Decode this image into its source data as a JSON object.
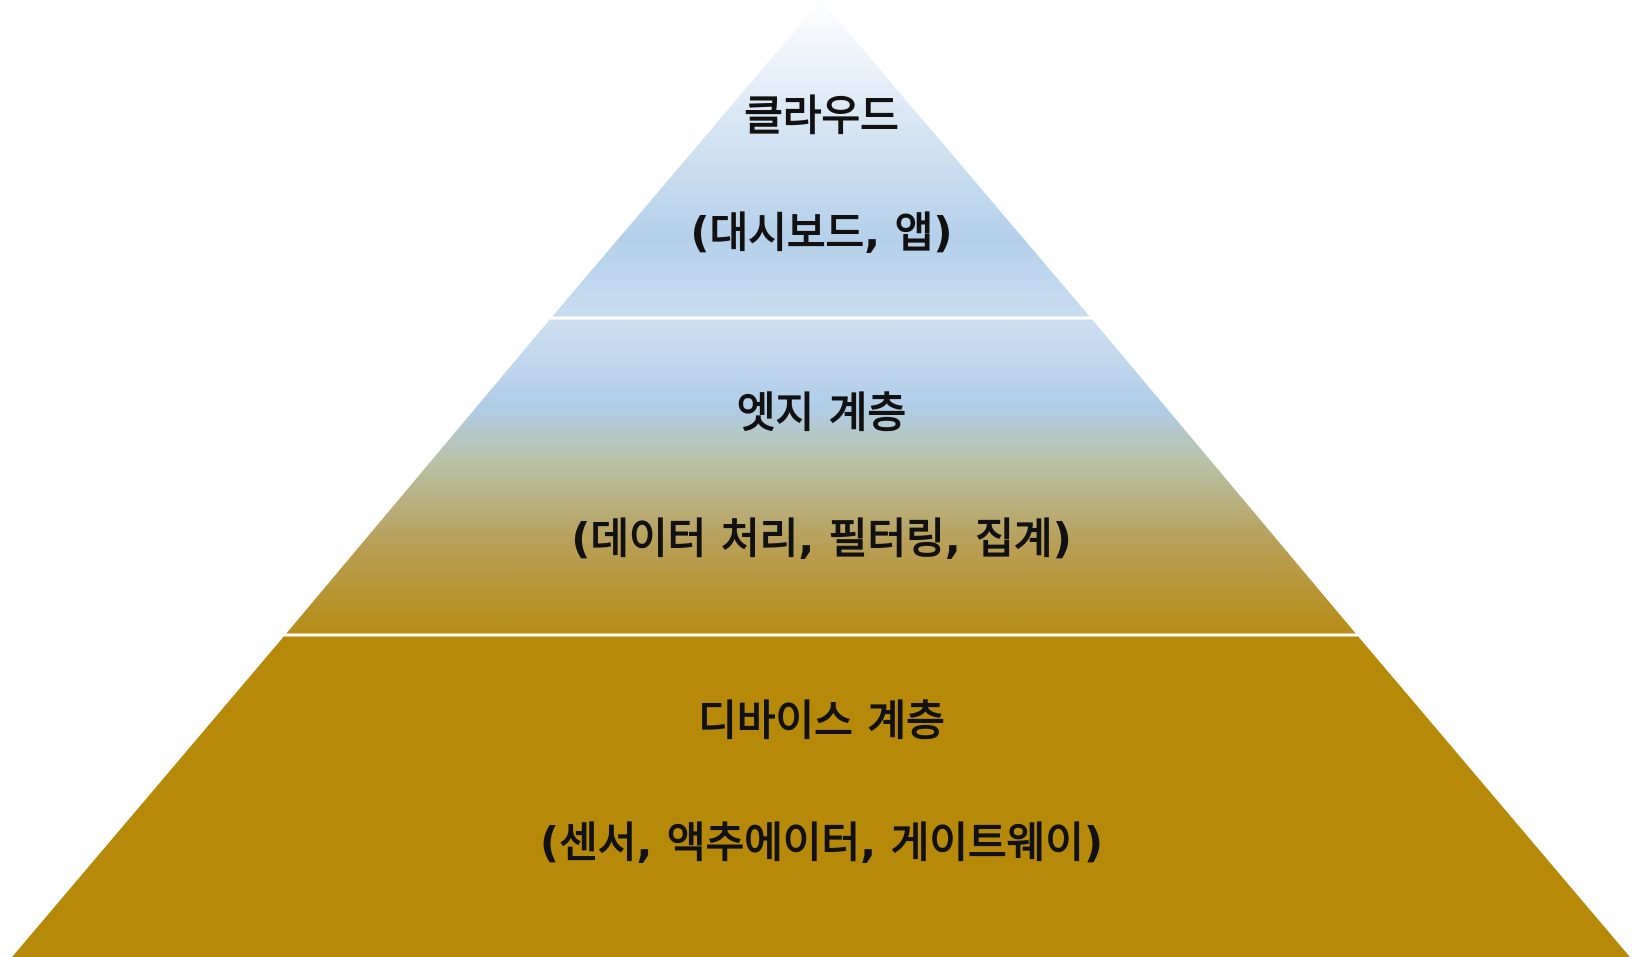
{
  "layers": [
    {
      "title": "클라우드",
      "subtitle": "(대시보드, 앱)"
    },
    {
      "title": "엣지 계층",
      "subtitle": "(데이터 처리, 필터링, 집계)"
    },
    {
      "title": "디바이스 계층",
      "subtitle": "(센서, 액추에이터, 게이트웨이)"
    }
  ],
  "colors": {
    "sky_light": "#eef4fb",
    "sky_blue": "#b4d0ea",
    "gold": "#b68a08",
    "divider": "#ffffff",
    "text": "#111111"
  }
}
